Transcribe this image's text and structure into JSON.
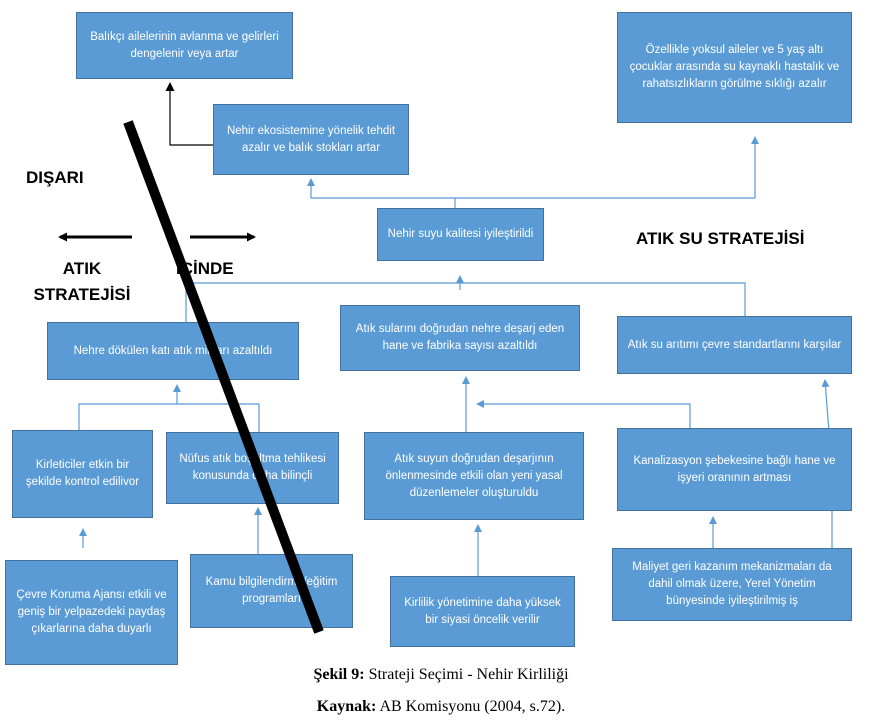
{
  "boxes": {
    "b1": "Balıkçı ailelerinin avlanma ve gelirleri dengelenir veya artar",
    "b2": "Nehir ekosistemine yönelik tehdit azalır ve balık stokları artar",
    "b3": "Özellikle yoksul aileler ve 5 yaş altı çocuklar arasında su kaynaklı hastalık ve rahatsızlıkların görülme sıklığı azalır",
    "b4": "Nehir suyu kalitesi iyileştirildi",
    "b5": "Nehre dökülen katı atık miktarı azaltıldı",
    "b6": "Atık sularını doğrudan nehre deşarj eden hane ve fabrika sayısı azaltıldı",
    "b7": "Atık su arıtımı çevre standartlarını karşılar",
    "b8": "Kirleticiler etkin bir şekilde kontrol edilivor",
    "b9": "Nüfus atık boşaltma tehlikesi konusunda daha bilinçli",
    "b10": "Atık suyun doğrudan deşarjının önlenmesinde etkili olan yeni yasal düzenlemeler oluşturuldu",
    "b11": "Kanalizasyon şebekesine bağlı hane ve işyeri oranının artması",
    "b12": "Çevre Koruma Ajansı etkili ve geniş bir yelpazedeki paydaş çıkarlarına daha duyarlı",
    "b13": "Kamu bilgilendirme/eğitim programları",
    "b14": "Kirlilik yönetimine daha yüksek bir siyasi öncelik verilir",
    "b15": "Maliyet geri kazanım mekanizmaları da dahil olmak üzere, Yerel Yönetim bünyesinde iyileştirilmiş iş"
  },
  "labels": {
    "outside": "DIŞARI",
    "inside": "İÇİNDE",
    "waste_strategy": "ATIK STRATEJİSİ",
    "wastewater_strategy": "ATIK SU STRATEJİSİ"
  },
  "caption": {
    "figure_label": "Şekil 9:",
    "figure_title": " Strateji Seçimi - Nehir Kirliliği",
    "source_label": "Kaynak:",
    "source_text": " AB Komisyonu (2004, s.72)."
  }
}
